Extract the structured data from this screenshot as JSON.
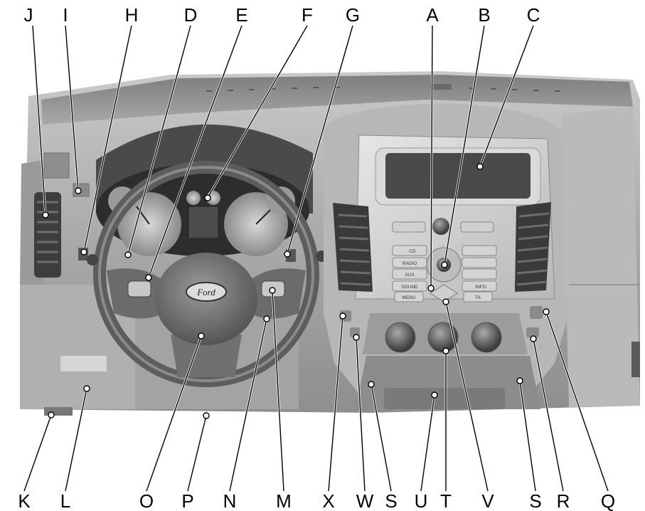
{
  "diagram": {
    "logo_text": "Ford",
    "radio_buttons": [
      "CD",
      "RADIO",
      "AUX",
      "SOUND",
      "MENU",
      "INFO",
      "TA"
    ],
    "callouts": [
      {
        "letter": "A"
      },
      {
        "letter": "B"
      },
      {
        "letter": "C"
      },
      {
        "letter": "D"
      },
      {
        "letter": "E"
      },
      {
        "letter": "F"
      },
      {
        "letter": "G"
      },
      {
        "letter": "H"
      },
      {
        "letter": "I"
      },
      {
        "letter": "J"
      },
      {
        "letter": "K"
      },
      {
        "letter": "L"
      },
      {
        "letter": "O"
      },
      {
        "letter": "P"
      },
      {
        "letter": "N"
      },
      {
        "letter": "M"
      },
      {
        "letter": "X"
      },
      {
        "letter": "W"
      },
      {
        "letter": "S"
      },
      {
        "letter": "U"
      },
      {
        "letter": "T"
      },
      {
        "letter": "V"
      },
      {
        "letter": "S"
      },
      {
        "letter": "R"
      },
      {
        "letter": "Q"
      }
    ]
  }
}
